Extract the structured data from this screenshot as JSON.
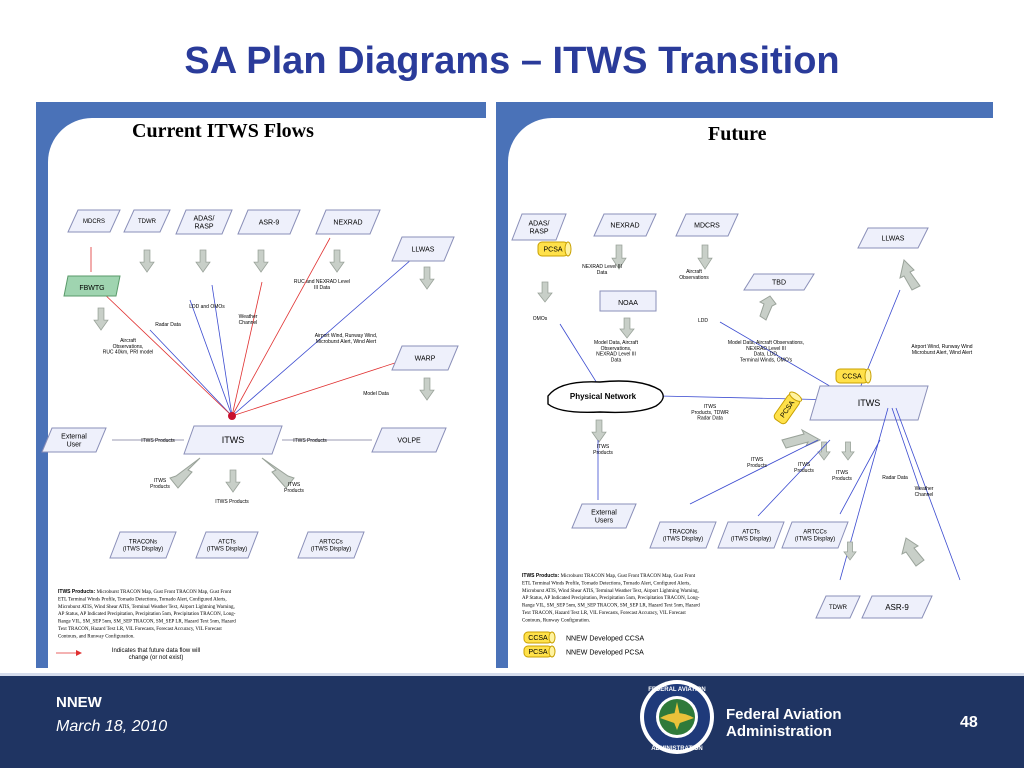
{
  "title": "SA Plan Diagrams – ITWS Transition",
  "left_panel": {
    "heading": "Current ITWS Flows",
    "nodes": {
      "mdcrs": "MDCRS",
      "tdwr": "TDWR",
      "adas_rasp": [
        "ADAS/",
        "RASP"
      ],
      "asr9": "ASR-9",
      "nexrad": "NEXRAD",
      "llwas": "LLWAS",
      "fbwtg": "FBWTG",
      "warp": "WARP",
      "itws": "ITWS",
      "external_user": [
        "External",
        "User"
      ],
      "volpe": "VOLPE",
      "tracons": [
        "TRACONs",
        "(ITWS Display)"
      ],
      "atcts": [
        "ATCTs",
        "(ITWS Display)"
      ],
      "artccs": [
        "ARTCCs",
        "(ITWS Display)"
      ]
    },
    "edge_labels": {
      "ruc_nexrad": [
        "RUC and NEXRAD Level",
        "III  Data"
      ],
      "ldd_omos": "LDD and OMOs",
      "weather_channel": [
        "Weather",
        "Channel"
      ],
      "radar_data": "Radar Data",
      "airport_wind": [
        "Airport Wind, Runway Wind,",
        "Microburst Alert, Wind Alert"
      ],
      "aircraft_obs": [
        "Aircraft",
        "Observations,",
        "RUC 40km, PRI model"
      ],
      "model_data": "Model Data",
      "itws_products_left": "ITWS Products",
      "itws_products_right": "ITWS Products",
      "itws_products_a": [
        "ITWS",
        "Products"
      ],
      "itws_products_b": [
        "ITWS",
        "Products"
      ],
      "itws_products_c": "ITWS Products"
    },
    "products_label": "ITWS Products:",
    "products_text": [
      "Microburst TRACON Map, Gust Front TRACON Map, Gust Front",
      "ETL Terminal Winds Profile, Tornado Detections, Tornado Alert, Configured Alerts,",
      "Microburst ATIS, Wind Shear ATIS, Terminal Weather Text, Airport Lightning Warning,",
      "AP Status, AP Indicated Precipitation, Precipitation 5nm, Precipitation TRACON, Long-",
      "Range VIL, SM_SEP 5nm, SM_SEP TRACON, SM_SEP LR, Hazard Text 5nm, Hazard",
      "Text TRACON, Hazard Text LR, VIL Forecasts, Forecast Accuracy, VIL Forecast",
      "Contours, and Runway Configuration."
    ],
    "legend_text": [
      "Indicates that future data flow will",
      "change (or not exist)"
    ]
  },
  "right_panel": {
    "heading": "Future",
    "nodes": {
      "adas_rasp": [
        "ADAS/",
        "RASP"
      ],
      "nexrad": "NEXRAD",
      "mdcrs": "MDCRS",
      "llwas": "LLWAS",
      "pcsa": "PCSA",
      "tbd": "TBD",
      "noaa": "NOAA",
      "physical_network": "Physical Network",
      "ccsa": "CCSA",
      "pcsa2": "PCSA",
      "itws": "ITWS",
      "external_users": [
        "External",
        "Users"
      ],
      "tracons": [
        "TRACONs",
        "(ITWS Display)"
      ],
      "atcts": [
        "ATCTs",
        "(ITWS Display)"
      ],
      "artccs": [
        "ARTCCs",
        "(ITWS Display)"
      ],
      "tdwr": "TDWR",
      "asr9": "ASR-9"
    },
    "edge_labels": {
      "nexrad_l3": [
        "NEXRAD Level III",
        "Data"
      ],
      "aircraft_obs": [
        "Aircraft",
        "Observations"
      ],
      "omos": "OMOs",
      "ldd": "LDD",
      "model_data_a": [
        "Model Data, Aircraft",
        "Observations,",
        "NEXRAD Level III",
        "Data"
      ],
      "model_data_b": [
        "Model Data, Aircraft Observations,",
        "NEXRAD Level III",
        "Data, LDD,",
        "Terminal Winds, OMO's"
      ],
      "airport_wind": [
        "Airport Wind, Runway Wind",
        "Microburst Alert, Wind Alert"
      ],
      "itws_tdwr": [
        "ITWS",
        "Products, TDWR",
        "Radar Data"
      ],
      "itws_products_1": [
        "ITWS",
        "Products"
      ],
      "itws_products_2": [
        "ITWS",
        "Products"
      ],
      "itws_products_3": [
        "ITWS",
        "Products"
      ],
      "itws_products_4": [
        "ITWS",
        "Products"
      ],
      "radar_data": "Radar Data",
      "weather_channel": [
        "Weather",
        "Channel"
      ]
    },
    "products_label": "ITWS Products:",
    "products_text": [
      "Microburst TRACON Map, Gust Front TRACON Map, Gust Front",
      "ETL Terminal Winds Profile, Tornado Detections, Tornado Alert, Configured Alerts,",
      "Microburst ATIS, Wind Shear ATIS, Terminal Weather Text, Airport Lightning Warning,",
      "AP Status, AP Indicated Precipitation, Precipitation 5nm, Precipitation TRACON, Long-",
      "Range VIL, SM_SEP 5nm, SM_SEP TRACON, SM_SEP LR, Hazard Text 5nm, Hazard",
      "Text TRACON, Hazard Text LR, VIL Forecasts, Forecast Accuracy, VIL Forecast",
      "Contours, Runway Configuration."
    ],
    "legend": [
      {
        "tag": "CCSA",
        "text": "NNEW Developed CCSA"
      },
      {
        "tag": "PCSA",
        "text": "NNEW Developed PCSA"
      }
    ]
  },
  "footer": {
    "program": "NNEW",
    "date": "March 18,  2010",
    "agency": [
      "Federal Aviation",
      "Administration"
    ],
    "page": "48"
  },
  "colors": {
    "title": "#2a3b9a",
    "panel": "#4a72b8",
    "footer": "#1f3462",
    "node_fill": "#eef0fb",
    "node_stroke": "#8a8fb8",
    "arrow_fill": "#c8cfc8",
    "fbwtg_fill": "#9fd4b0",
    "cylinder_fill": "#ffe14a",
    "edge_blue": "#3b4bd0",
    "edge_red": "#e03030"
  }
}
